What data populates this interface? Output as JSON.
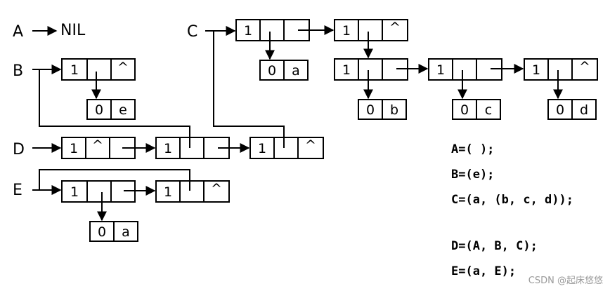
{
  "labels": {
    "A": "A",
    "nil": "NIL",
    "B": "B",
    "C": "C",
    "D": "D",
    "E": "E"
  },
  "cells": {
    "tag_list": "1",
    "tag_atom": "0",
    "null_ptr": "^",
    "atom_a": "a",
    "atom_b": "b",
    "atom_c": "c",
    "atom_d": "d",
    "atom_e": "e"
  },
  "expressions": [
    "A=( );",
    "B=(e);",
    "C=(a, (b, c, d));",
    "D=(A, B, C);",
    "E=(a, E);"
  ],
  "watermark": "CSDN @起床悠悠"
}
